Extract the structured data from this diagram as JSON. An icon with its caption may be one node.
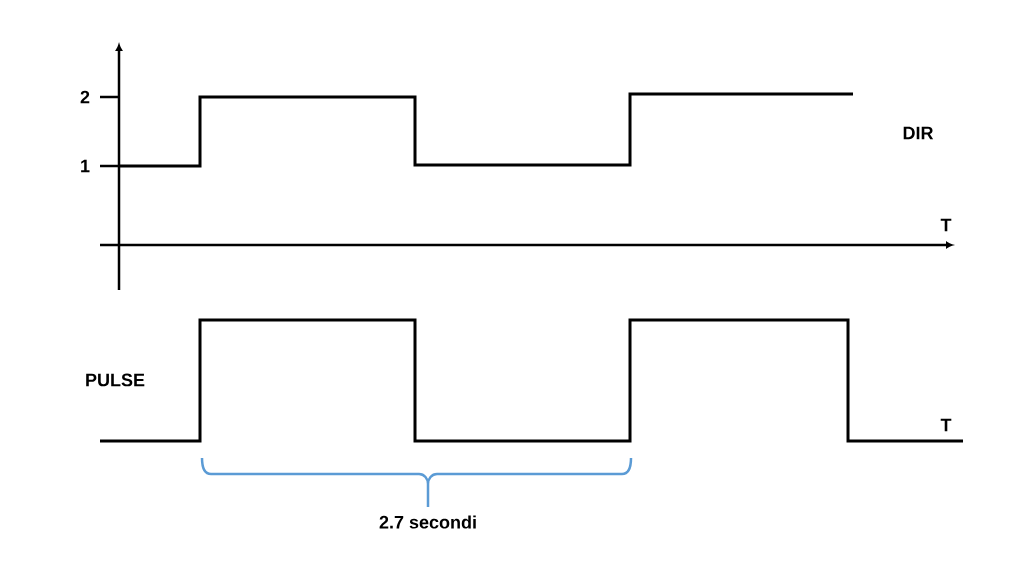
{
  "diagram": {
    "labels": [
      "2",
      "1",
      "DIR",
      "T",
      "PULSE",
      "T",
      "2.7 secondi"
    ]
  }
}
